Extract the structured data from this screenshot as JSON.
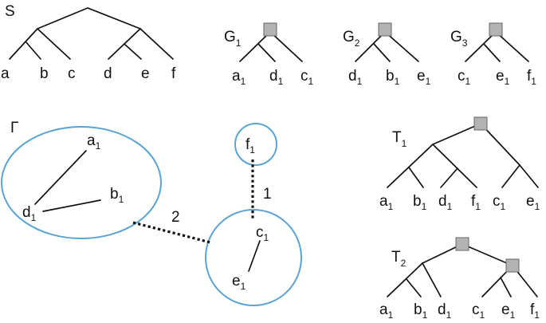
{
  "colors": {
    "stroke": "#111111",
    "cluster": "#5ba3d0",
    "duplication_node": "#b3b3b3"
  },
  "species_tree": {
    "name": "S",
    "leaves": [
      "a",
      "b",
      "c",
      "d",
      "e",
      "f"
    ]
  },
  "gene_trees": [
    {
      "name": "G",
      "sub": "1",
      "leaves": [
        [
          "a",
          "1"
        ],
        [
          "d",
          "1"
        ],
        [
          "c",
          "1"
        ]
      ]
    },
    {
      "name": "G",
      "sub": "2",
      "leaves": [
        [
          "d",
          "1"
        ],
        [
          "b",
          "1"
        ],
        [
          "e",
          "1"
        ]
      ]
    },
    {
      "name": "G",
      "sub": "3",
      "leaves": [
        [
          "c",
          "1"
        ],
        [
          "e",
          "1"
        ],
        [
          "f",
          "1"
        ]
      ]
    }
  ],
  "graph": {
    "name": "Γ",
    "nodes": [
      [
        "a",
        "1"
      ],
      [
        "d",
        "1"
      ],
      [
        "b",
        "1"
      ],
      [
        "f",
        "1"
      ],
      [
        "c",
        "1"
      ],
      [
        "e",
        "1"
      ]
    ],
    "edge_labels": [
      "1",
      "2"
    ]
  },
  "result_trees": [
    {
      "name": "T",
      "sub": "1",
      "leaves": [
        [
          "a",
          "1"
        ],
        [
          "b",
          "1"
        ],
        [
          "d",
          "1"
        ],
        [
          "f",
          "1"
        ],
        [
          "c",
          "1"
        ],
        [
          "e",
          "1"
        ]
      ]
    },
    {
      "name": "T",
      "sub": "2",
      "leaves": [
        [
          "a",
          "1"
        ],
        [
          "b",
          "1"
        ],
        [
          "d",
          "1"
        ],
        [
          "c",
          "1"
        ],
        [
          "e",
          "1"
        ],
        [
          "f",
          "1"
        ]
      ]
    }
  ]
}
